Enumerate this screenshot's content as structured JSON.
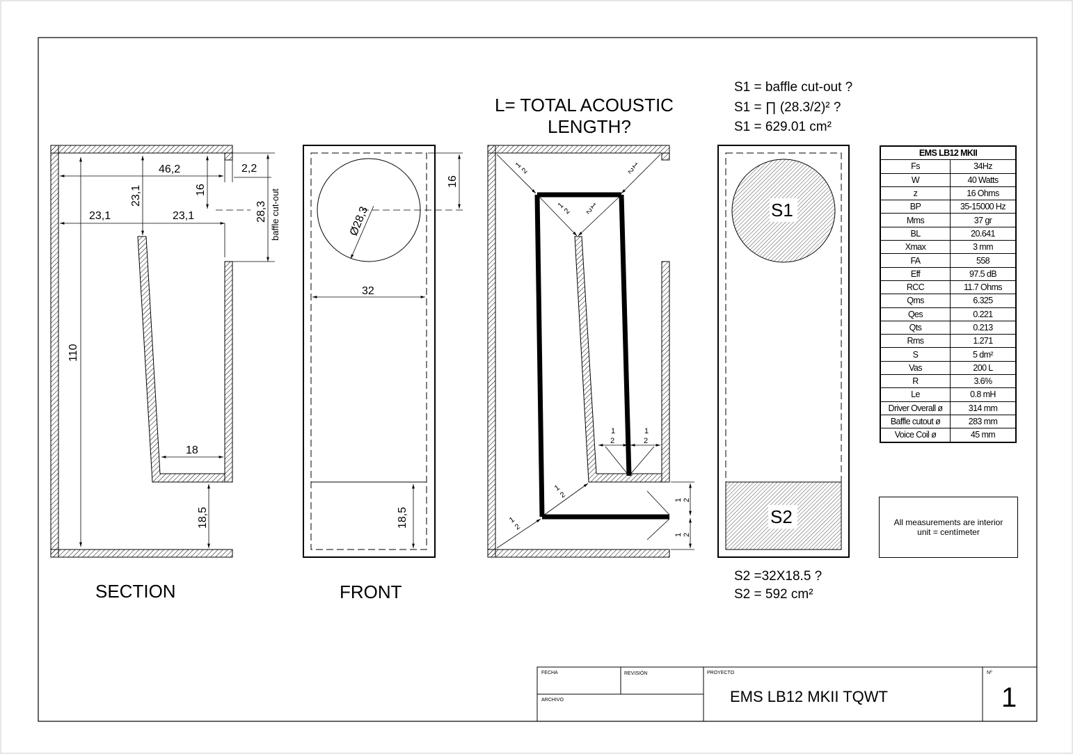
{
  "views": {
    "section": {
      "label": "SECTION",
      "dims": [
        "46,2",
        "2,2",
        "23,1",
        "16",
        "28,3",
        "baffle cut-out",
        "23,1",
        "23,1",
        "110",
        "18",
        "18,5"
      ]
    },
    "front": {
      "label": "FRONT",
      "dims": [
        "16",
        "Ø28,3",
        "32",
        "18,5"
      ]
    },
    "acoustic": {
      "title_line1": "L= TOTAL ACOUSTIC",
      "title_line2": "LENGTH?",
      "half_num": "1",
      "half_den": "2"
    },
    "areas": {
      "s1_label": "S1",
      "s2_label": "S2",
      "s1_lines": [
        "S1 = baffle cut-out ?",
        "S1 = ∏ (28.3/2)² ?",
        "S1 = 629.01 cm²"
      ],
      "s2_lines": [
        "S2 =32X18.5 ?",
        "S2 = 592 cm²"
      ]
    }
  },
  "spec_table": {
    "title": "EMS LB12 MKII",
    "rows": [
      {
        "key": "Fs",
        "value": "34Hz"
      },
      {
        "key": "W",
        "value": "40 Watts"
      },
      {
        "key": "z",
        "value": "16 Ohms"
      },
      {
        "key": "BP",
        "value": "35-15000 Hz"
      },
      {
        "key": "Mms",
        "value": "37 gr"
      },
      {
        "key": "BL",
        "value": "20.641"
      },
      {
        "key": "Xmax",
        "value": "3 mm"
      },
      {
        "key": "FA",
        "value": "558"
      },
      {
        "key": "Eff",
        "value": "97.5 dB"
      },
      {
        "key": "RCC",
        "value": "11.7 Ohms"
      },
      {
        "key": "Qms",
        "value": "6.325"
      },
      {
        "key": "Qes",
        "value": "0.221"
      },
      {
        "key": "Qts",
        "value": "0.213"
      },
      {
        "key": "Rms",
        "value": "1.271"
      },
      {
        "key": "S",
        "value": "5 dm²"
      },
      {
        "key": "Vas",
        "value": "200 L"
      },
      {
        "key": "R",
        "value": "3.6%"
      },
      {
        "key": "Le",
        "value": "0.8 mH"
      },
      {
        "key": "Driver Overall ø",
        "value": "314 mm"
      },
      {
        "key": "Baffle cutout ø",
        "value": "283 mm"
      },
      {
        "key": "Voice Coil ø",
        "value": "45 mm"
      }
    ]
  },
  "note": {
    "line1": "All measurements are interior",
    "line2": "unit = centímeter"
  },
  "title_block": {
    "fecha_label": "FECHA",
    "revision_label": "REVISIÓN",
    "archivo_label": "ARCHIVO",
    "proyecto_label": "PROYECTO",
    "numero_label": "Nº",
    "project_name": "EMS LB12 MKII TQWT",
    "sheet_number": "1"
  }
}
